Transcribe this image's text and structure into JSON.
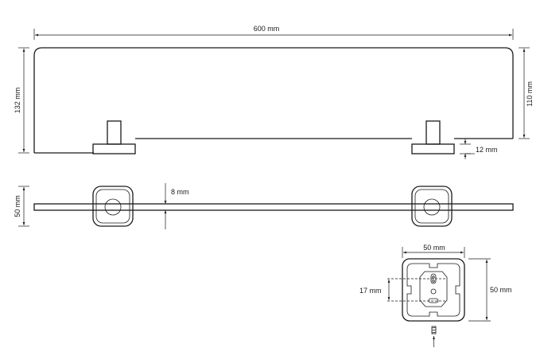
{
  "dimensions": {
    "front_width": "600 mm",
    "front_height": "132 mm",
    "glass_height": "110 mm",
    "bracket_height": "12 mm",
    "top_depth": "50 mm",
    "glass_thickness": "8 mm",
    "bracket_width": "50 mm",
    "bracket_height_side": "50 mm",
    "hole_spacing": "17 mm"
  }
}
